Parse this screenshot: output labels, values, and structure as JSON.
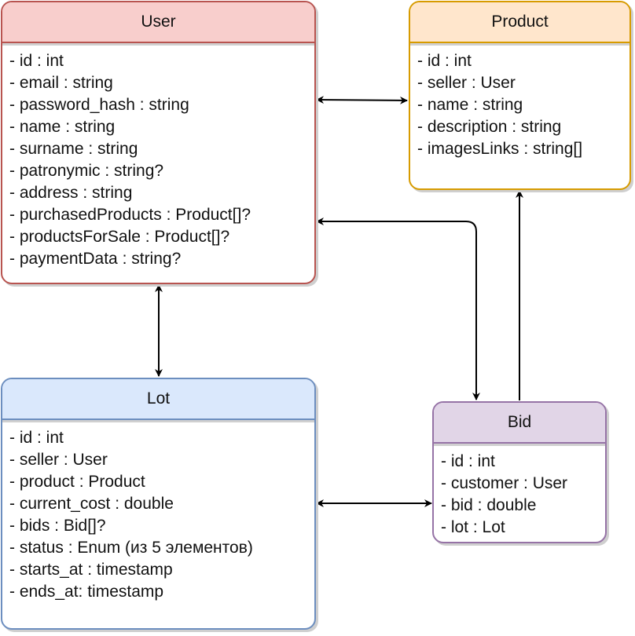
{
  "classes": {
    "user": {
      "title": "User",
      "fields": [
        "- id : int",
        "- email : string",
        "- password_hash : string",
        "- name : string",
        "- surname : string",
        "- patronymic : string?",
        "- address : string",
        "- purchasedProducts : Product[]?",
        "- productsForSale : Product[]?",
        "- paymentData : string?"
      ]
    },
    "product": {
      "title": "Product",
      "fields": [
        "- id : int",
        "- seller : User",
        "- name : string",
        "- description : string",
        "- imagesLinks : string[]"
      ]
    },
    "lot": {
      "title": "Lot",
      "fields": [
        "- id : int",
        "- seller : User",
        "- product : Product",
        "- current_cost : double",
        "- bids : Bid[]?",
        "- status : Enum (из 5 элементов)",
        "- starts_at : timestamp",
        "- ends_at: timestamp"
      ]
    },
    "bid": {
      "title": "Bid",
      "fields": [
        "- id : int",
        "- customer : User",
        "- bid : double",
        "- lot : Lot"
      ]
    }
  },
  "colors": {
    "user": {
      "fill": "#f8cecc",
      "stroke": "#b85450"
    },
    "product": {
      "fill": "#ffe6cc",
      "stroke": "#d79b00"
    },
    "lot": {
      "fill": "#dae8fc",
      "stroke": "#6c8ebf"
    },
    "bid": {
      "fill": "#e1d5e7",
      "stroke": "#9673a6"
    },
    "connector": "#000000"
  },
  "connectors": [
    {
      "from": "user",
      "to": "product",
      "arrows": "both"
    },
    {
      "from": "user",
      "to": "bid",
      "arrows": "both"
    },
    {
      "from": "user",
      "to": "lot",
      "arrows": "both"
    },
    {
      "from": "lot",
      "to": "bid",
      "arrows": "both"
    },
    {
      "from": "bid",
      "to": "product",
      "arrows": "end"
    }
  ]
}
